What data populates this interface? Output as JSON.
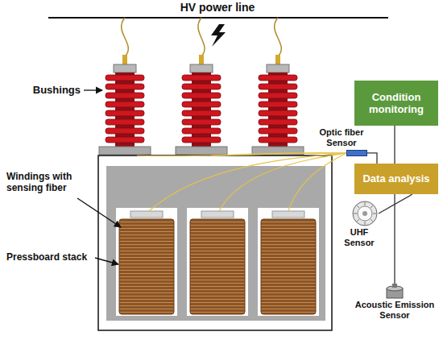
{
  "diagram": {
    "nodes": [
      {
        "text": [
          "Condition monitoring"
        ]
      },
      {
        "text": [
          "Optic fiber Sensor"
        ]
      },
      {
        "text": [
          "Data analysis"
        ]
      },
      {
        "text": [
          "UHF Sensor"
        ]
      },
      {
        "text": [
          "Acoustic Emission Sensor"
        ]
      }
    ],
    "edges": [
      {
        "from": 1,
        "to": 2,
        "arrow": "none"
      },
      {
        "from": 2,
        "to": 0,
        "arrow": "none"
      },
      {
        "from": 3,
        "to": 2,
        "arrow": "none"
      },
      {
        "from": 4,
        "to": 2,
        "arrow": "none"
      }
    ],
    "labels": [
      "HV power line",
      "Bushings",
      "Windings with sensing fiber",
      "Pressboard stack"
    ]
  }
}
